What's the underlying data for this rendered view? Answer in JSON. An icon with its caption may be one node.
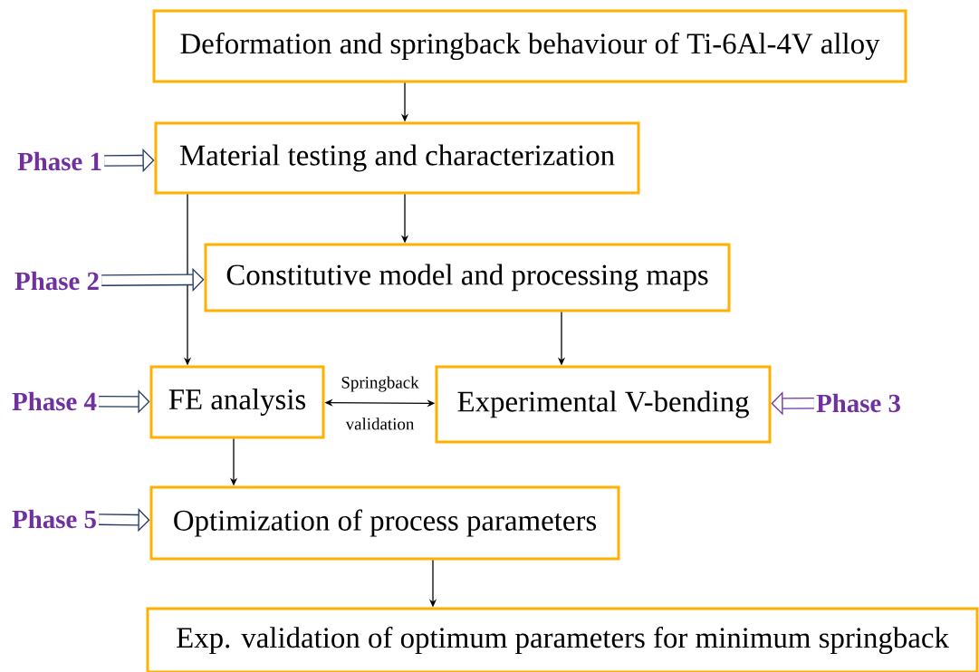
{
  "diagram": {
    "nodes": [
      {
        "text": [
          "Deformation and springback behaviour of Ti-6Al-4V alloy"
        ]
      },
      {
        "text": [
          "Material testing and characterization"
        ]
      },
      {
        "text": [
          "Constitutive model and processing maps"
        ]
      },
      {
        "text": [
          "FE analysis"
        ]
      },
      {
        "text": [
          "Experimental V-bending"
        ]
      },
      {
        "text": [
          "Optimization of process parameters"
        ]
      },
      {
        "text": [
          "Exp. validation of optimum parameters for minimum springback"
        ]
      },
      {
        "text": [
          "Phase 1"
        ]
      },
      {
        "text": [
          "Phase 2"
        ]
      },
      {
        "text": [
          "Phase 4"
        ]
      },
      {
        "text": [
          "Phase 3"
        ]
      },
      {
        "text": [
          "Phase 5"
        ]
      }
    ],
    "edges": [
      {
        "from": 0,
        "to": 1,
        "arrow": "to"
      },
      {
        "from": 1,
        "to": 2,
        "arrow": "to"
      },
      {
        "from": 1,
        "to": 3,
        "arrow": "to"
      },
      {
        "from": 2,
        "to": 4,
        "arrow": "to"
      },
      {
        "from": 3,
        "to": 4,
        "arrow": "both",
        "label": "Springback validation"
      },
      {
        "from": 3,
        "to": 5,
        "arrow": "to"
      },
      {
        "from": 5,
        "to": 6,
        "arrow": "to"
      },
      {
        "from": 7,
        "to": 1,
        "arrow": "to",
        "style": "thick",
        "color": "#1f3864"
      },
      {
        "from": 8,
        "to": 2,
        "arrow": "to",
        "style": "thick",
        "color": "#1f3864"
      },
      {
        "from": 9,
        "to": 3,
        "arrow": "to",
        "style": "thick",
        "color": "#1f3864"
      },
      {
        "from": 10,
        "to": 4,
        "arrow": "to",
        "style": "thick",
        "color": "#7030a0"
      },
      {
        "from": 11,
        "to": 5,
        "arrow": "to",
        "style": "thick",
        "color": "#1f3864"
      }
    ]
  }
}
